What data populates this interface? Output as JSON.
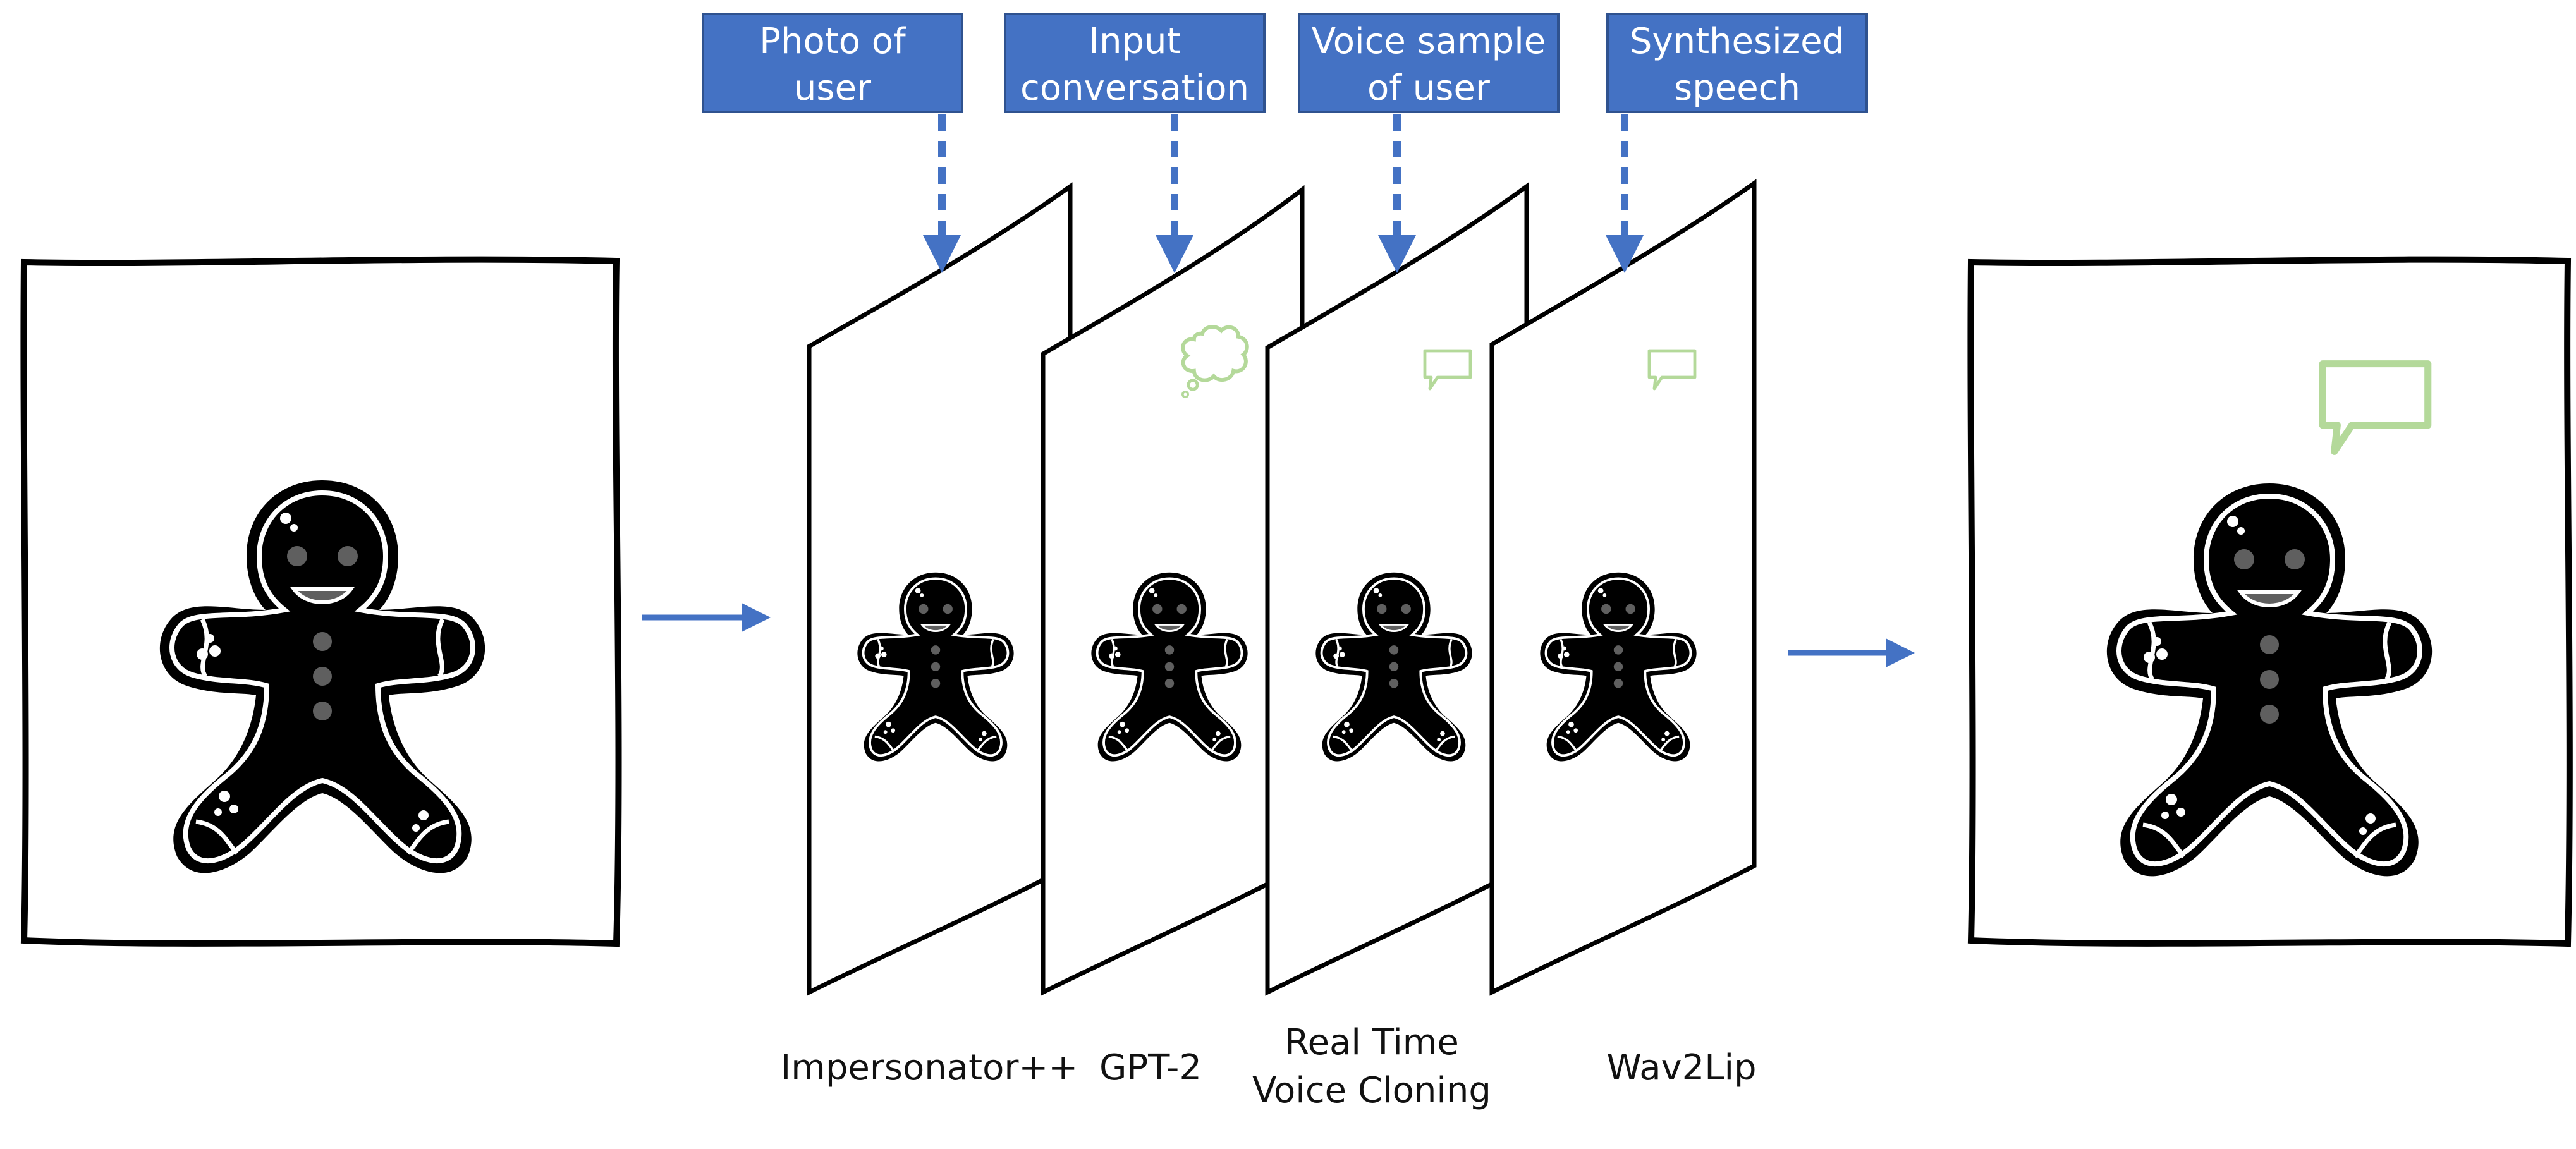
{
  "diagram": {
    "inputs": [
      {
        "id": "photo",
        "lines": [
          "Photo of",
          "user"
        ]
      },
      {
        "id": "conversation",
        "lines": [
          "Input",
          "conversation"
        ]
      },
      {
        "id": "voice",
        "lines": [
          "Voice sample",
          "of user"
        ]
      },
      {
        "id": "speech",
        "lines": [
          "Synthesized",
          "speech"
        ]
      }
    ],
    "stages": [
      {
        "id": "impersonator",
        "lines": [
          "Impersonator++"
        ]
      },
      {
        "id": "gpt2",
        "lines": [
          "GPT-2"
        ]
      },
      {
        "id": "voice-cloning",
        "lines": [
          "Real Time",
          "Voice Cloning"
        ]
      },
      {
        "id": "wav2lip",
        "lines": [
          "Wav2Lip"
        ]
      }
    ]
  },
  "colors": {
    "input_box_fill": "#4472c4",
    "input_box_border": "#2f528f",
    "arrow": "#4472c4",
    "source_figure": "#8faadc",
    "output_figure": "#b4d99a",
    "frame_stroke": "#000000",
    "figure_face_features": "#5f5f5f"
  }
}
